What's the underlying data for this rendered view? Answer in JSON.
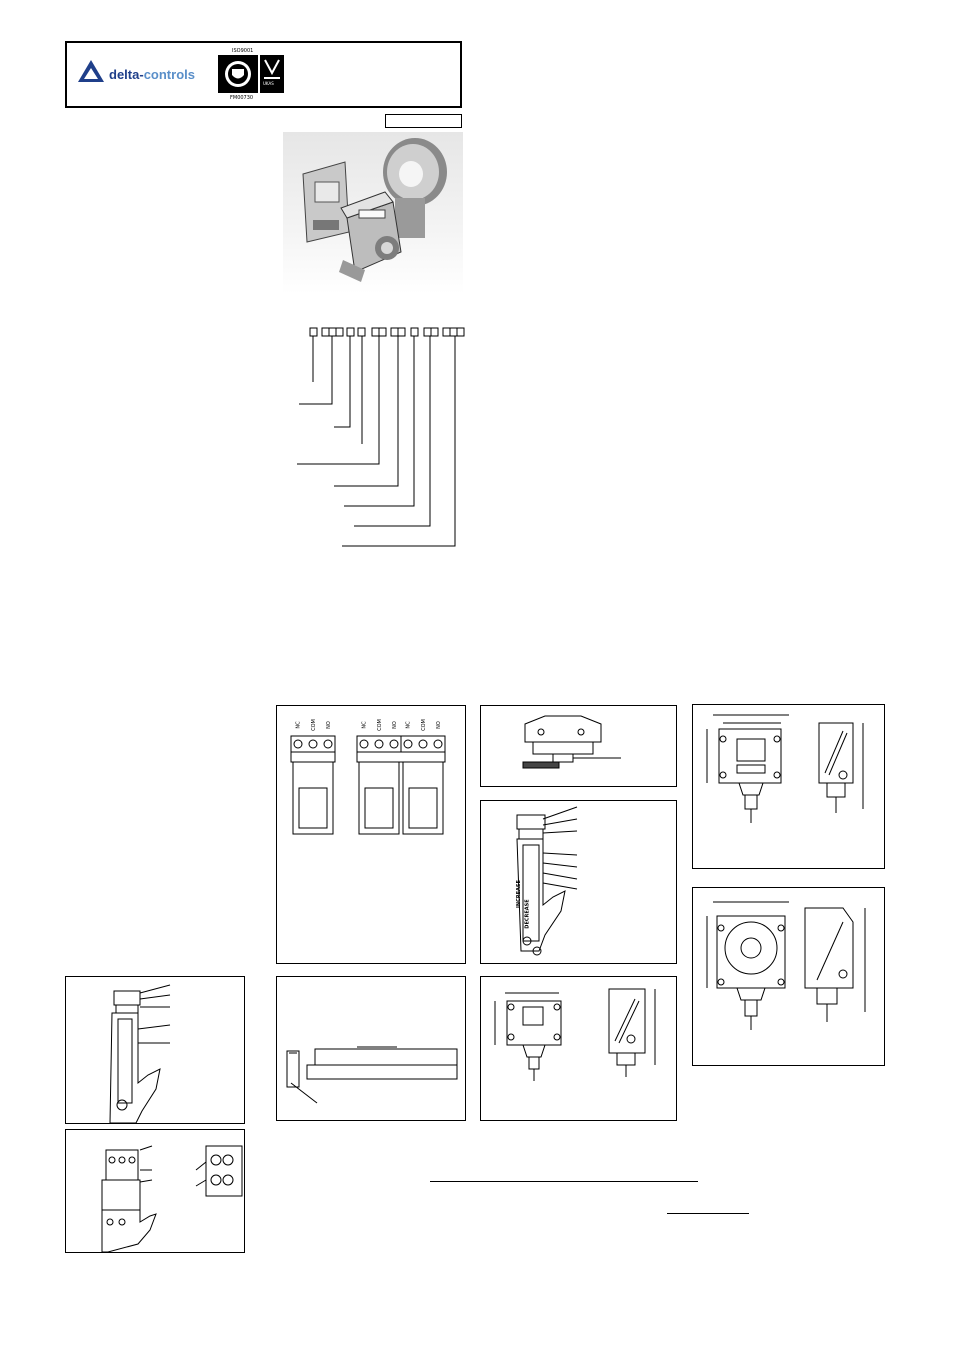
{
  "header": {
    "brand_part1": "delta",
    "brand_sep": "-",
    "brand_part2": "controls",
    "cert_title": "ISO9001",
    "cert_code": "FM00730",
    "ukas_text": "UKAS",
    "colors": {
      "brand_blue": "#1f3f8a",
      "brand_light": "#5a8fc9",
      "ink": "#000000"
    }
  },
  "wiring_diagram": {
    "single": [
      "NC",
      "COM",
      "NO"
    ],
    "dual_a": [
      "NC",
      "COM",
      "NO"
    ],
    "dual_b": [
      "NC",
      "COM",
      "NO"
    ]
  },
  "adjust_label": {
    "increase": "INCREASE",
    "decrease": "DECREASE"
  }
}
